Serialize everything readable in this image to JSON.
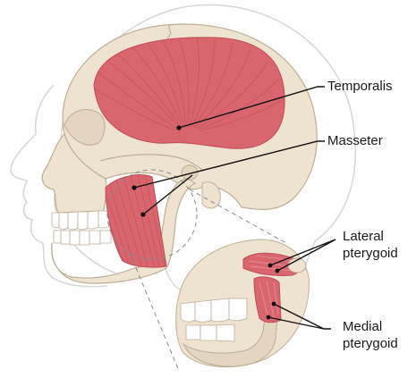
{
  "labels": {
    "temporalis": "Temporalis",
    "masseter": "Masseter",
    "lateral_line1": "Lateral",
    "lateral_line2": "pterygoid",
    "medial_line1": "Medial",
    "medial_line2": "pterygoid"
  },
  "colors": {
    "bone": "#eee2d0",
    "bone_outline": "#bfae96",
    "skin_outline": "#cfcfcf",
    "muscle": "#d9666f",
    "muscle_light": "#e8929a",
    "muscle_stripe": "#c24a55",
    "tooth": "#ffffff",
    "leader_line": "#111111",
    "dashed_line": "#8a8a8a"
  }
}
